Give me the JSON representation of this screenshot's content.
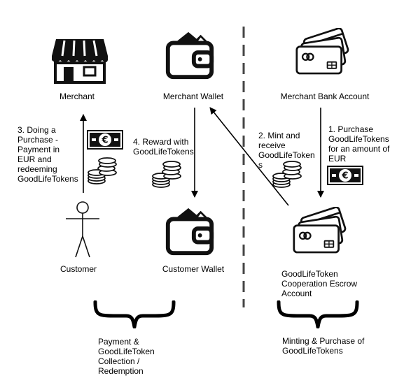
{
  "nodes": {
    "merchant": "Merchant",
    "merchant_wallet": "Merchant Wallet",
    "merchant_bank_account": "Merchant Bank Account",
    "customer": "Customer",
    "customer_wallet": "Customer Wallet",
    "escrow_account": "GoodLifeToken\nCooperation Escrow\nAccount"
  },
  "steps": {
    "step1": "1. Purchase\nGoodLifeTokens\nfor an amount of\nEUR",
    "step2": "2. Mint and\nreceive\nGoodLifeToken\ns",
    "step3": "3. Doing a\nPurchase -\nPayment in\nEUR and\nredeeming\nGoodLifeTokens",
    "step4": "4. Reward with\nGoodLifeTokens"
  },
  "sections": {
    "left": "Payment &\nGoodLifeToken\nCollection /\nRedemption",
    "right": "Minting & Purchase of\nGoodLifeTokens"
  },
  "icons": {
    "merchant": "storefront-icon",
    "merchant_wallet": "wallet-icon",
    "merchant_bank_account": "credit-cards-icon",
    "customer": "stick-figure-icon",
    "customer_wallet": "wallet-icon",
    "escrow_account": "credit-cards-icon",
    "banknote": "euro-banknote-icon",
    "coins": "coin-stack-icon"
  },
  "colors": {
    "stroke": "#000000",
    "icon_fill": "#111111",
    "awning_stripe": "#ffffff"
  }
}
